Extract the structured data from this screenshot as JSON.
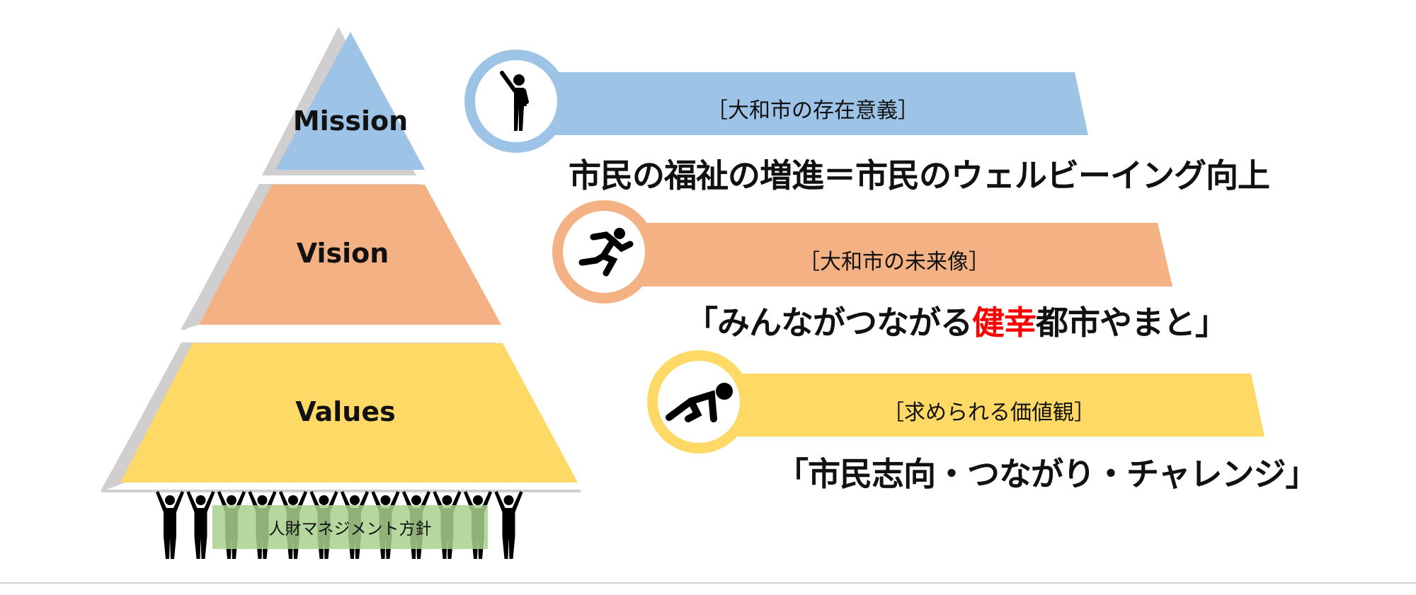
{
  "pyramid": {
    "mission": "Mission",
    "vision": "Vision",
    "values": "Values",
    "foundation": "人財マネジメント方針"
  },
  "rows": [
    {
      "tag": "［大和市の存在意義］",
      "text": "市民の福祉の増進＝市民のウェルビーイング向上",
      "icon": "person-raising-hand-icon"
    },
    {
      "tag": "［大和市の未来像］",
      "text_before": "「みんながつながる",
      "text_highlight": "健幸",
      "text_after": "都市やまと」",
      "icon": "running-person-icon"
    },
    {
      "tag": "［求められる価値観］",
      "text": "「市民志向・つながり・チャレンジ」",
      "icon": "sprint-start-icon"
    }
  ],
  "colors": {
    "mission": "#9DC3E6",
    "vision": "#F4B183",
    "values": "#FFD966",
    "shadow": "#D0CECE",
    "foundation": "#A9D18E",
    "highlight": "#FF0000"
  }
}
